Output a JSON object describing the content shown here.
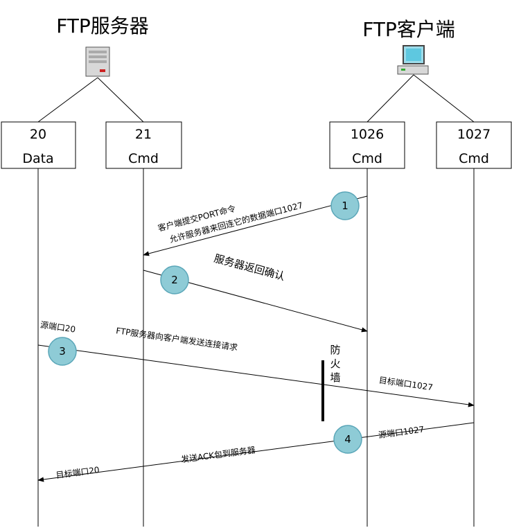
{
  "server": {
    "title": "FTP服务器",
    "icon": "server-icon"
  },
  "client": {
    "title": "FTP客户端",
    "icon": "desktop-computer-icon"
  },
  "ports": [
    {
      "num": "20",
      "label": "Data"
    },
    {
      "num": "21",
      "label": "Cmd"
    },
    {
      "num": "1026",
      "label": "Cmd"
    },
    {
      "num": "1027",
      "label": "Cmd"
    }
  ],
  "steps": [
    {
      "num": "1",
      "lines": [
        "客户端提交PORT命令",
        "允许服务器来回连它的数据端口1027"
      ]
    },
    {
      "num": "2",
      "text": "服务器返回确认"
    },
    {
      "num": "3",
      "source": "源端口20",
      "text": "FTP服务器向客户端发送连接请求",
      "target": "目标端口1027"
    },
    {
      "num": "4",
      "source": "源端口1027",
      "text": "发送ACK包到服务器",
      "target": "目标端口20"
    }
  ],
  "firewall": {
    "label": "防火墙"
  },
  "colors": {
    "circle_fill": "#8ecbd6",
    "circle_stroke": "#5aa6b8",
    "line": "#000000"
  }
}
